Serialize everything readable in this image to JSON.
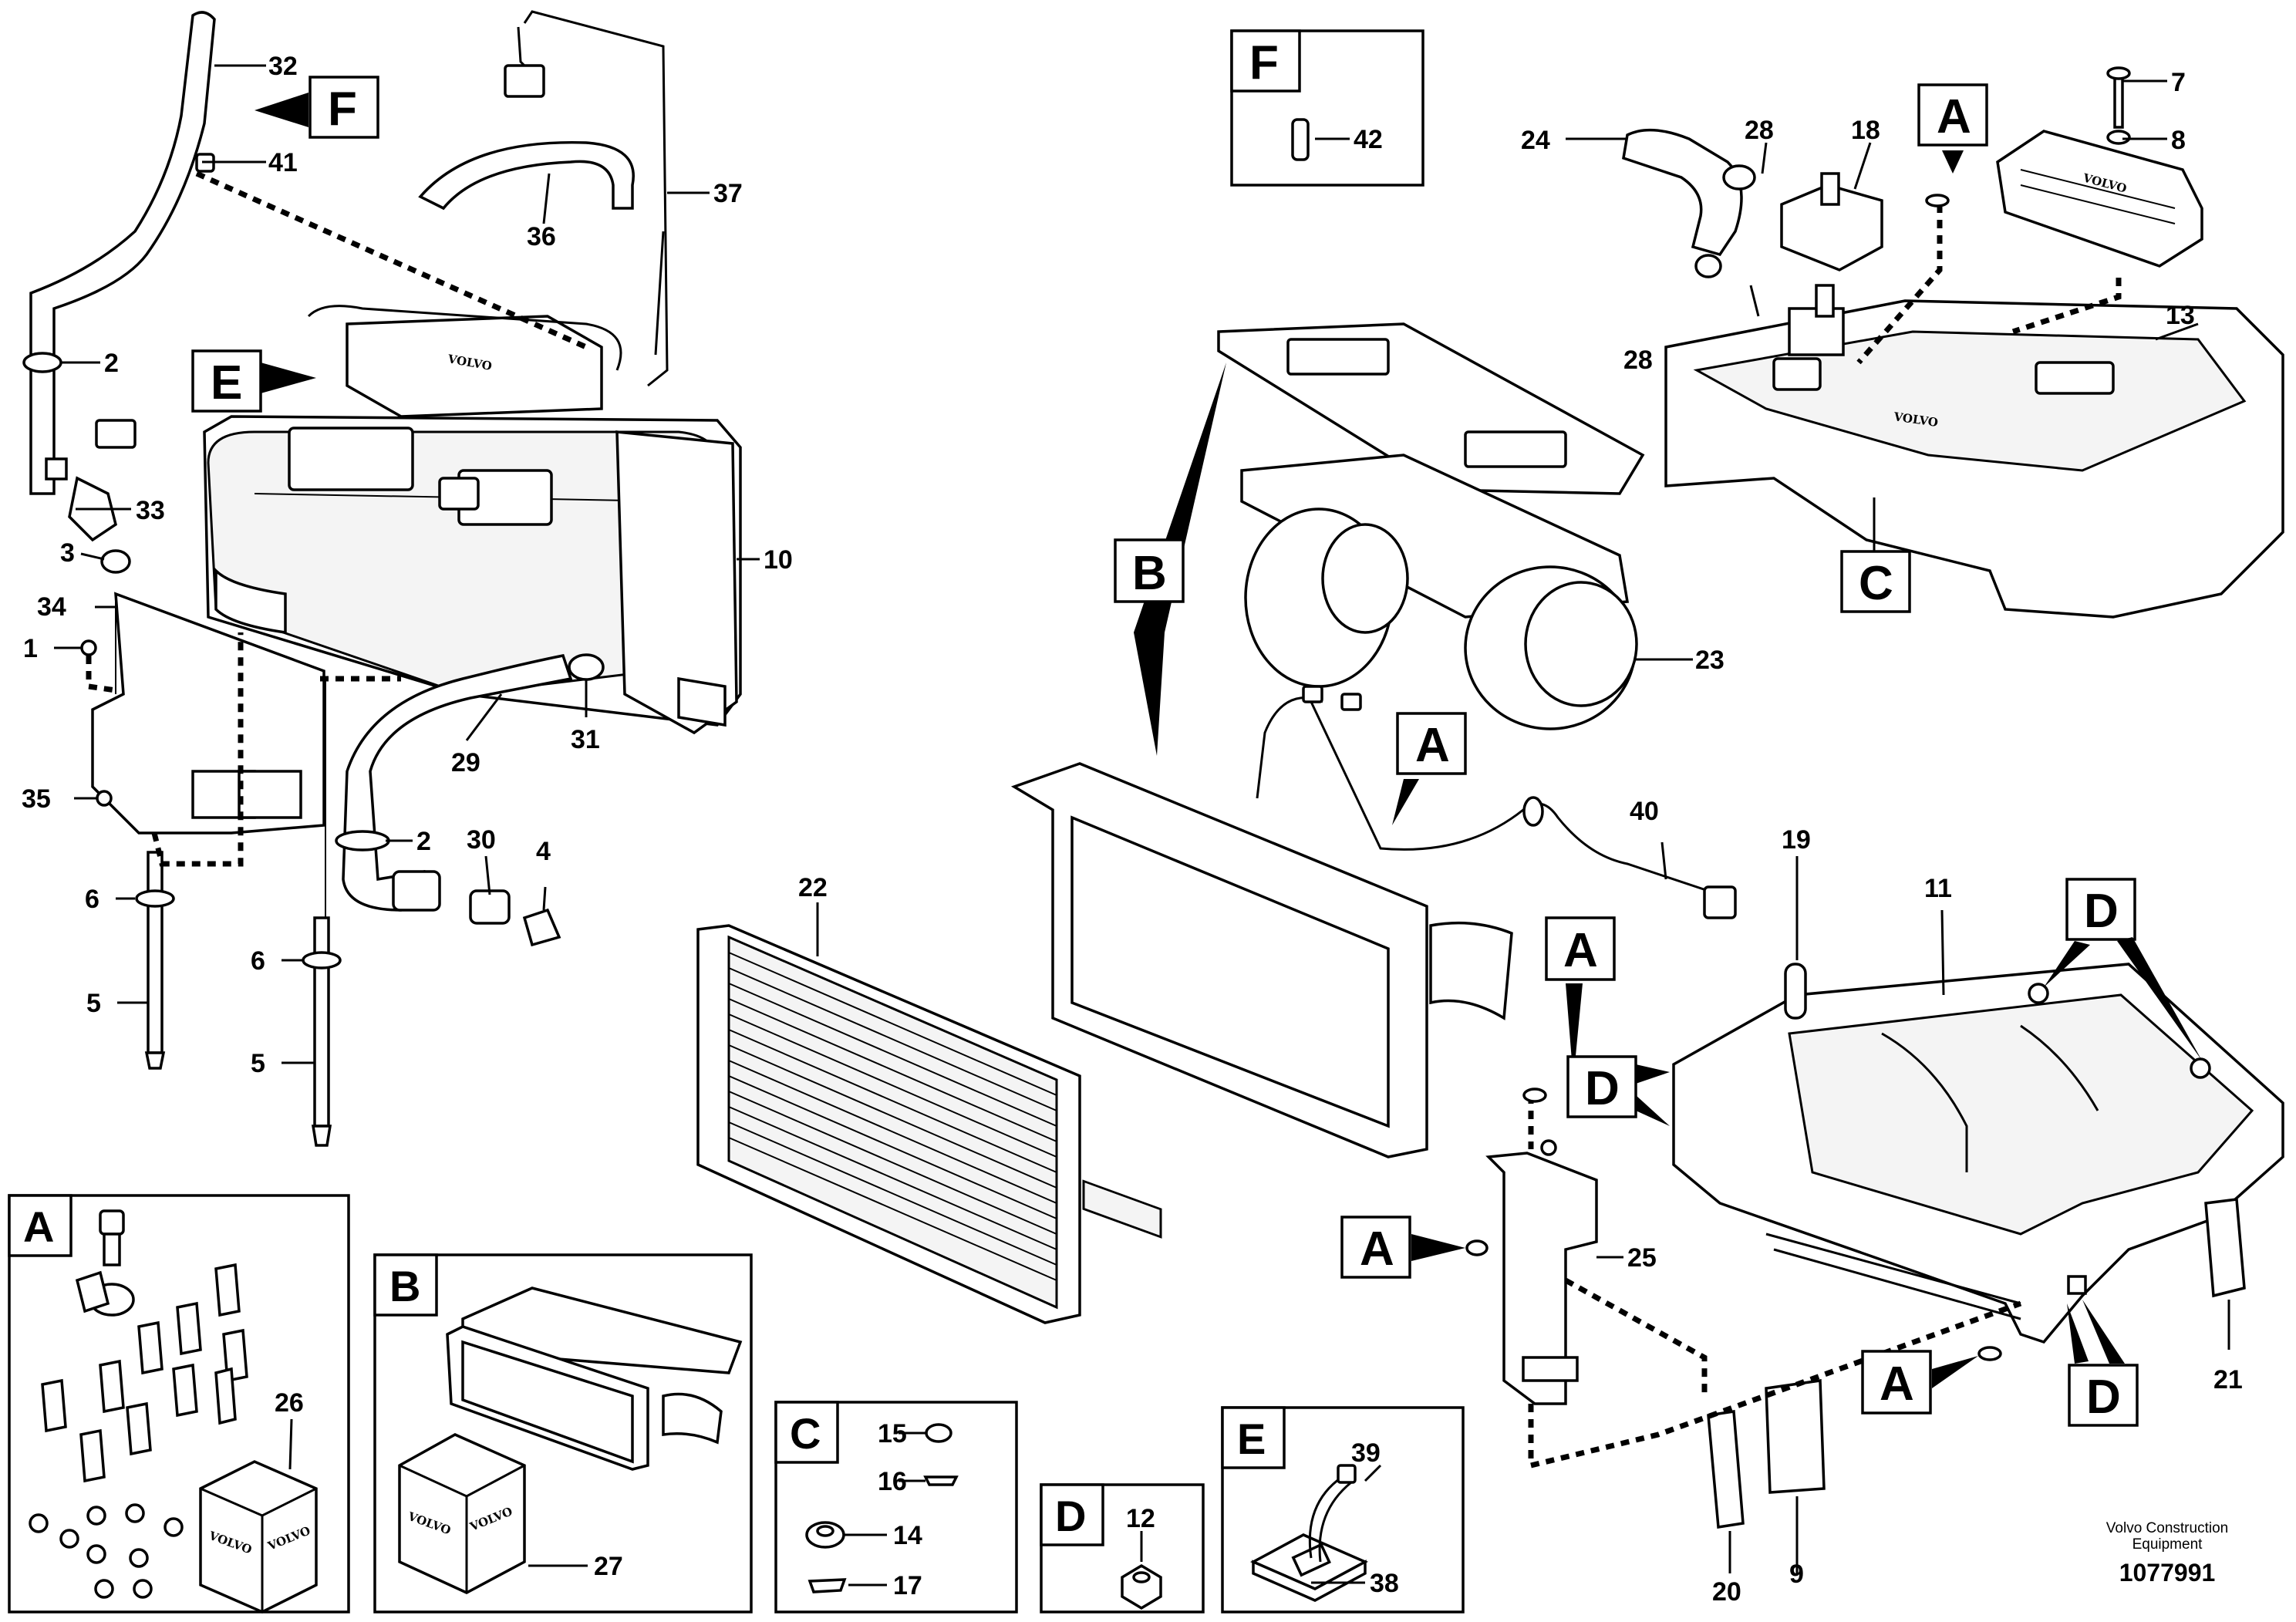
{
  "callouts": {
    "n1": "1",
    "n2a": "2",
    "n2b": "2",
    "n3": "3",
    "n4": "4",
    "n5a": "5",
    "n5b": "5",
    "n6a": "6",
    "n6b": "6",
    "n7": "7",
    "n8": "8",
    "n9": "9",
    "n10": "10",
    "n11": "11",
    "n12": "12",
    "n13": "13",
    "n14": "14",
    "n15": "15",
    "n16": "16",
    "n17": "17",
    "n18": "18",
    "n19": "19",
    "n20": "20",
    "n21": "21",
    "n22": "22",
    "n23": "23",
    "n24": "24",
    "n25": "25",
    "n26": "26",
    "n27": "27",
    "n28a": "28",
    "n28b": "28",
    "n29": "29",
    "n30": "30",
    "n31": "31",
    "n32": "32",
    "n33": "33",
    "n34": "34",
    "n35": "35",
    "n36": "36",
    "n37": "37",
    "n38": "38",
    "n39": "39",
    "n40": "40",
    "n41": "41",
    "n42": "42"
  },
  "reference_boxes": {
    "a": "A",
    "b": "B",
    "c": "C",
    "d": "D",
    "e": "E",
    "f": "F"
  },
  "logo_text": "VOLVO",
  "footer": {
    "brand_line1": "Volvo Construction",
    "brand_line2": "Equipment",
    "drawing_id": "1077991"
  }
}
